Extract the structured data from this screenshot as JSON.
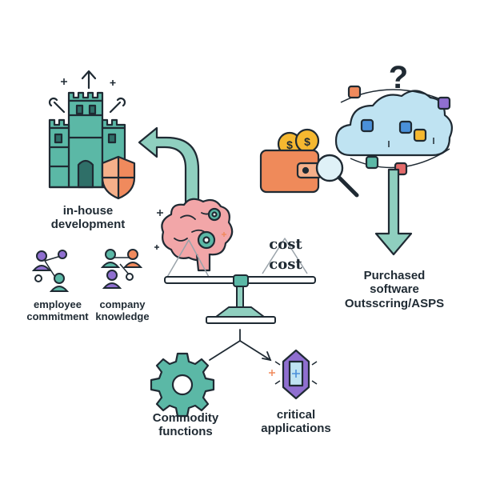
{
  "labels": {
    "inhouse_line1": "in-house",
    "inhouse_line2": "development",
    "employee_line1": "employee",
    "employee_line2": "commitment",
    "company_line1": "company",
    "company_line2": "knowledge",
    "cost_top": "cost",
    "cost_bottom": "cost",
    "purchased_line1": "Purchased",
    "purchased_line2": "software",
    "purchased_line3": "Outsscring/ASPS",
    "commodity_line1": "Commodity",
    "commodity_line2": "functions",
    "critical_line1": "critical",
    "critical_line2": "applications",
    "question_mark": "?"
  },
  "icons": [
    "castle-icon",
    "shield-icon",
    "brain-gears-icon",
    "scale-icon",
    "wallet-coins-icon",
    "magnifier-icon",
    "cloud-apps-icon",
    "gear-icon",
    "crystal-icon",
    "team-network-icon"
  ],
  "colors": {
    "teal": "#5bb8a6",
    "teal_dark": "#2f6f68",
    "arrow_green": "#8fcfbf",
    "cloud_blue": "#bfe3f2",
    "wallet_orange": "#ef8a5a",
    "brain_pink": "#f2a6a8",
    "shield_orange": "#f08a5d",
    "crystal_purple": "#8f6fd0"
  }
}
